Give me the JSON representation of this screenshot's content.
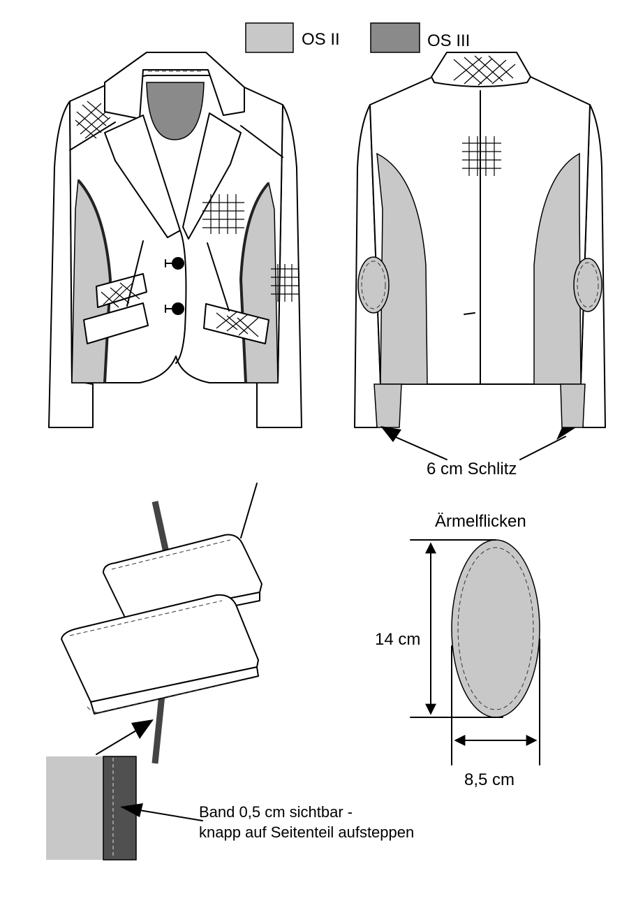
{
  "legend": {
    "items": [
      {
        "label": "OS II",
        "color": "#c8c8c8"
      },
      {
        "label": "OS III",
        "color": "#8a8a8a"
      }
    ]
  },
  "colors": {
    "os2": "#c8c8c8",
    "os3": "#8a8a8a",
    "band": "#505050",
    "outline": "#000000"
  },
  "annotations": {
    "slit": "6 cm Schlitz",
    "patch_title": "Ärmelflicken",
    "patch_height": "14 cm",
    "patch_width": "8,5 cm",
    "band_line1": "Band 0,5 cm sichtbar -",
    "band_line2": "knapp auf Seitenteil aufsteppen"
  }
}
